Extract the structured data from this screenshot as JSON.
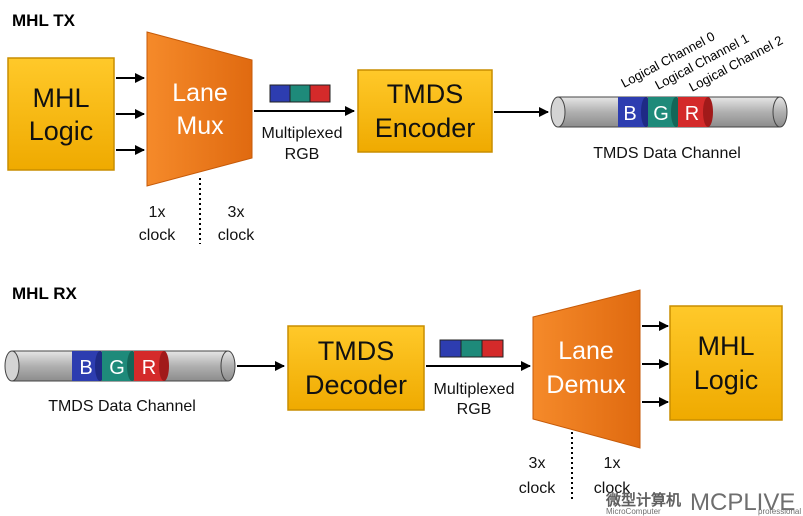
{
  "tx": {
    "title": "MHL TX",
    "logic": [
      "MHL",
      "Logic"
    ],
    "mux": [
      "Lane",
      "Mux"
    ],
    "clock_1x": [
      "1x",
      "clock"
    ],
    "clock_3x": [
      "3x",
      "clock"
    ],
    "mux_label": [
      "Multiplexed",
      "RGB"
    ],
    "encoder": [
      "TMDS",
      "Encoder"
    ],
    "logical_channels": [
      "Logical Channel 0",
      "Logical Channel 1",
      "Logical Channel 2"
    ],
    "cylinder_letters": [
      "B",
      "G",
      "R"
    ],
    "channel_label": "TMDS Data Channel"
  },
  "rx": {
    "title": "MHL RX",
    "cylinder_letters": [
      "B",
      "G",
      "R"
    ],
    "channel_label": "TMDS Data Channel",
    "decoder": [
      "TMDS",
      "Decoder"
    ],
    "mux_label": [
      "Multiplexed",
      "RGB"
    ],
    "demux": [
      "Lane",
      "Demux"
    ],
    "clock_3x": [
      "3x",
      "clock"
    ],
    "clock_1x": [
      "1x",
      "clock"
    ],
    "logic": [
      "MHL",
      "Logic"
    ]
  },
  "watermark": {
    "cn": "微型计算机",
    "brand": "MCPLIVE",
    "sub": "MicroComputer",
    "sub2": "professional"
  },
  "colors": {
    "box_fill": "#f5b800",
    "box_stroke": "#c98e00",
    "mux_fill": "#f07c1e",
    "blue": "#2d3db0",
    "green": "#1e8a7a",
    "red": "#d42a2a",
    "cylinder": "#b8b8b8"
  }
}
